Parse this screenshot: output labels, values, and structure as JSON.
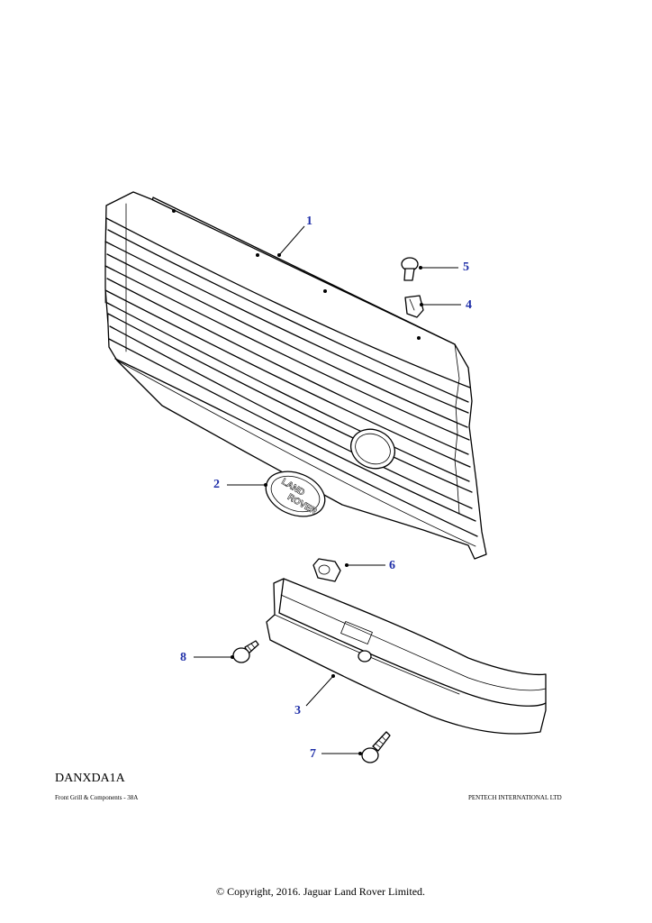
{
  "diagram": {
    "callouts": [
      {
        "id": "1",
        "label": "1"
      },
      {
        "id": "2",
        "label": "2"
      },
      {
        "id": "3",
        "label": "3"
      },
      {
        "id": "4",
        "label": "4"
      },
      {
        "id": "5",
        "label": "5"
      },
      {
        "id": "6",
        "label": "6"
      },
      {
        "id": "7",
        "label": "7"
      },
      {
        "id": "8",
        "label": "8"
      }
    ],
    "badge_text": [
      "LAND",
      "ROVER"
    ]
  },
  "footer": {
    "diagram_code": "DANXDA1A",
    "caption": "Front Grill & Components - 38A",
    "publisher": "PENTECH INTERNATIONAL LTD",
    "copyright": "© Copyright, 2016. Jaguar Land Rover Limited."
  },
  "colors": {
    "callout": "#1f2fa8",
    "line": "#000000",
    "background": "#ffffff"
  }
}
